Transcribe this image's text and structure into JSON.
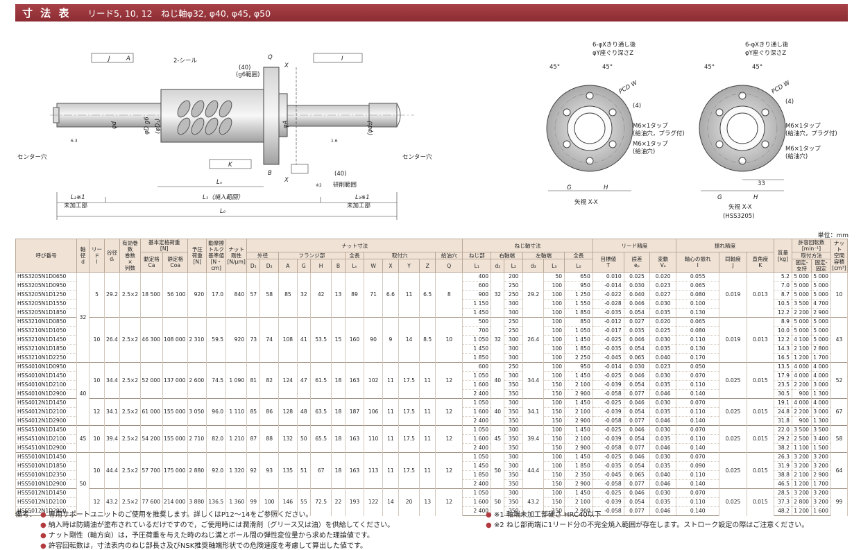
{
  "header": {
    "title": "寸 法 表",
    "subtitle": "リード5, 10, 12　ねじ軸φ32, φ40, φ45, φ50"
  },
  "unit_label": "単位：mm",
  "drawing": {
    "labels": {
      "seal": "2-シール",
      "center_hole": "センター穴",
      "g6": "(40)",
      "g6_range": "(g6範囲)",
      "unmachined_L": "未加工部",
      "unmachined_R": "未加工部",
      "grinding": "研削範囲",
      "grinding_len": "(40)",
      "L1": "L₁（焼入範囲）",
      "Ln": "Lₙ",
      "L0": "L₀",
      "L2_left": "L₂※1",
      "L3_right": "L₃※1",
      "J": "J",
      "A": "A",
      "I": "I",
      "K": "K",
      "B": "B",
      "Q": "Q",
      "X": "X",
      "X2": "X",
      "phiA": "φA",
      "phid": "φd",
      "phiD": "φD g6",
      "phiD1": "(φD₁)",
      "phid2": "(φd₂)",
      "r6": "6.3",
      "r16": "1.6",
      "x2": "※2"
    },
    "views": {
      "left_title": "矢視 X-X",
      "right_title": "矢視 X-X",
      "right_sub": "(HSS3205)",
      "holes": "6-φXきり通し後",
      "counterbore": "φY座ぐり深さZ",
      "pcd": "PCD W",
      "angle": "45°",
      "four": "(4)",
      "tap1": "M6×1タップ",
      "tap1_sub": "(給油穴，プラグ付)",
      "tap2": "M6×1タップ",
      "tap2_sub": "(給油穴)",
      "G": "G",
      "H": "H",
      "dim33": "33"
    }
  },
  "table": {
    "headers": {
      "name": "呼び番号",
      "shaft_dia": "軸径",
      "lead": "リード",
      "root": "谷径",
      "turns": "有効巻数",
      "turns2": "巻数",
      "turns3": "×",
      "turns4": "列数",
      "load": "基本定格荷重",
      "load_unit": "[N]",
      "dyn": "動定格",
      "dyn2": "Ca",
      "sta": "静定格",
      "sta2": "Coa",
      "preload": "予圧",
      "preload2": "荷重",
      "preload3": "[N]",
      "torque": "動摩擦",
      "torque2": "トルク",
      "torque3": "基準値",
      "torque4": "[N・cm]",
      "rigid": "ナット",
      "rigid2": "剛性",
      "rigid3": "[N/μm]",
      "nut_dims": "ナット寸法",
      "outer": "外径",
      "flange": "フランジ部",
      "overall": "全長",
      "mount": "取付穴",
      "oil": "給油穴",
      "shaft_dims": "ねじ軸寸法",
      "screw": "ねじ部",
      "right_end": "右軸端",
      "left_end": "左軸端",
      "total": "全長",
      "lead_acc": "リード精度",
      "target": "目標値",
      "err": "誤差",
      "var": "変動",
      "runout": "振れ精度",
      "shaft_runout": "軸心の振れ",
      "coax": "同軸度",
      "perp": "直角度",
      "mass": "質量",
      "mass2": "[kg]",
      "speed": "許容回転数",
      "speed2": "[min⁻¹]",
      "support": "取付方法",
      "fixsup": "固定-支持",
      "fixfix": "固定-固定",
      "stroke": "ナット",
      "stroke2": "空間",
      "stroke3": "容積",
      "stroke4": "[cm³]",
      "cols": [
        "d",
        "l",
        "dr",
        "",
        "",
        "",
        "",
        "",
        "",
        "",
        "D1",
        "D2",
        "A",
        "G",
        "H",
        "B",
        "Ln",
        "W",
        "X",
        "Y",
        "Z",
        "Q",
        "L1",
        "d2",
        "L2",
        "d3",
        "L3",
        "L0",
        "T",
        "ep",
        "Va",
        "I",
        "J",
        "K",
        "",
        "",
        "",
        ""
      ]
    },
    "groups": [
      {
        "d": "32",
        "rows_span": 10,
        "subgroups": [
          {
            "lead": "5",
            "dr": "29.2",
            "turns": "2.5×2",
            "ca": "18 500",
            "coa": "56 100",
            "pre": "920",
            "torque": "17.0",
            "rig": "840",
            "D1": "57",
            "D2": "58",
            "A": "85",
            "G": "32",
            "H": "42",
            "B": "13",
            "Ln": "89",
            "W": "71",
            "X": "6.6",
            "Y": "11",
            "Z": "6.5",
            "Q": "8",
            "d2": "32",
            "d3": "29.2",
            "J": "0.019",
            "K": "0.013",
            "stroke": "10",
            "rows": [
              {
                "name": "HSS3205N1D0650",
                "L1": "400",
                "L2": "200",
                "L3": "50",
                "L0": "650",
                "T": "0.010",
                "ep": "0.025",
                "Va": "0.020",
                "I": "0.055",
                "mass": "5.2",
                "s1": "5 000",
                "s2": "5 000"
              },
              {
                "name": "HSS3205N1D0950",
                "L1": "600",
                "L2": "250",
                "L3": "100",
                "L0": "950",
                "T": "-0.014",
                "ep": "0.030",
                "Va": "0.023",
                "I": "0.065",
                "mass": "7.0",
                "s1": "5 000",
                "s2": "5 000"
              },
              {
                "name": "HSS3205N1D1250",
                "L1": "900",
                "L2": "250",
                "L3": "100",
                "L0": "1 250",
                "T": "-0.022",
                "ep": "0.040",
                "Va": "0.027",
                "I": "0.080",
                "mass": "8.7",
                "s1": "5 000",
                "s2": "5 000"
              },
              {
                "name": "HSS3205N1D1550",
                "L1": "1 150",
                "L2": "300",
                "L3": "100",
                "L0": "1 550",
                "T": "-0.028",
                "ep": "0.046",
                "Va": "0.030",
                "I": "0.100",
                "mass": "10.5",
                "s1": "3 500",
                "s2": "4 700"
              },
              {
                "name": "HSS3205N1D1850",
                "L1": "1 450",
                "L2": "300",
                "L3": "100",
                "L0": "1 850",
                "T": "-0.035",
                "ep": "0.054",
                "Va": "0.035",
                "I": "0.130",
                "mass": "12.2",
                "s1": "2 200",
                "s2": "2 900"
              }
            ]
          },
          {
            "lead": "10",
            "dr": "26.4",
            "turns": "2.5×2",
            "ca": "46 300",
            "coa": "108 000",
            "pre": "2 310",
            "torque": "59.5",
            "rig": "920",
            "D1": "73",
            "D2": "74",
            "A": "108",
            "G": "41",
            "H": "53.5",
            "B": "15",
            "Ln": "160",
            "W": "90",
            "X": "9",
            "Y": "14",
            "Z": "8.5",
            "Q": "10",
            "d2": "32",
            "d3": "26.4",
            "J": "0.019",
            "K": "0.013",
            "stroke": "43",
            "rows": [
              {
                "name": "HSS3210N1D0850",
                "L1": "500",
                "L2": "250",
                "L3": "100",
                "L0": "850",
                "T": "-0.012",
                "ep": "0.027",
                "Va": "0.020",
                "I": "0.065",
                "mass": "8.9",
                "s1": "5 000",
                "s2": "5 000"
              },
              {
                "name": "HSS3210N1D1050",
                "L1": "700",
                "L2": "250",
                "L3": "100",
                "L0": "1 050",
                "T": "-0.017",
                "ep": "0.035",
                "Va": "0.025",
                "I": "0.080",
                "mass": "10.0",
                "s1": "5 000",
                "s2": "5 000"
              },
              {
                "name": "HSS3210N1D1450",
                "L1": "1 050",
                "L2": "300",
                "L3": "100",
                "L0": "1 450",
                "T": "-0.025",
                "ep": "0.046",
                "Va": "0.030",
                "I": "0.110",
                "mass": "12.2",
                "s1": "4 100",
                "s2": "5 000"
              },
              {
                "name": "HSS3210N1D1850",
                "L1": "1 450",
                "L2": "300",
                "L3": "100",
                "L0": "1 850",
                "T": "-0.035",
                "ep": "0.054",
                "Va": "0.035",
                "I": "0.130",
                "mass": "14.3",
                "s1": "2 100",
                "s2": "2 800"
              },
              {
                "name": "HSS3210N1D2250",
                "L1": "1 850",
                "L2": "300",
                "L3": "100",
                "L0": "2 250",
                "T": "-0.045",
                "ep": "0.065",
                "Va": "0.040",
                "I": "0.170",
                "mass": "16.5",
                "s1": "1 200",
                "s2": "1 700"
              }
            ]
          }
        ]
      },
      {
        "d": "40",
        "rows_span": 7,
        "subgroups": [
          {
            "lead": "10",
            "dr": "34.4",
            "turns": "2.5×2",
            "ca": "52 000",
            "coa": "137 000",
            "pre": "2 600",
            "torque": "74.5",
            "rig": "1 090",
            "D1": "81",
            "D2": "82",
            "A": "124",
            "G": "47",
            "H": "61.5",
            "B": "18",
            "Ln": "163",
            "W": "102",
            "X": "11",
            "Y": "17.5",
            "Z": "11",
            "Q": "12",
            "d2": "40",
            "d3": "34.4",
            "J": "0.025",
            "K": "0.015",
            "stroke": "52",
            "rows": [
              {
                "name": "HSS4010N1D0950",
                "L1": "600",
                "L2": "250",
                "L3": "100",
                "L0": "950",
                "T": "-0.014",
                "ep": "0.030",
                "Va": "0.023",
                "I": "0.050",
                "mass": "13.5",
                "s1": "4 000",
                "s2": "4 000"
              },
              {
                "name": "HSS4010N1D1450",
                "L1": "1 050",
                "L2": "300",
                "L3": "100",
                "L0": "1 450",
                "T": "-0.025",
                "ep": "0.046",
                "Va": "0.030",
                "I": "0.070",
                "mass": "17.9",
                "s1": "4 000",
                "s2": "4 000"
              },
              {
                "name": "HSS4010N1D2100",
                "L1": "1 600",
                "L2": "350",
                "L3": "150",
                "L0": "2 100",
                "T": "-0.039",
                "ep": "0.054",
                "Va": "0.035",
                "I": "0.110",
                "mass": "23.5",
                "s1": "2 200",
                "s2": "3 000"
              },
              {
                "name": "HSS4010N1D2900",
                "L1": "2 400",
                "L2": "350",
                "L3": "150",
                "L0": "2 900",
                "T": "-0.058",
                "ep": "0.077",
                "Va": "0.046",
                "I": "0.140",
                "mass": "30.5",
                "s1": "900",
                "s2": "1 300"
              }
            ]
          },
          {
            "lead": "12",
            "dr": "34.1",
            "turns": "2.5×2",
            "ca": "61 000",
            "coa": "155 000",
            "pre": "3 050",
            "torque": "96.0",
            "rig": "1 110",
            "D1": "85",
            "D2": "86",
            "A": "128",
            "G": "48",
            "H": "63.5",
            "B": "18",
            "Ln": "187",
            "W": "106",
            "X": "11",
            "Y": "17.5",
            "Z": "11",
            "Q": "12",
            "d2": "40",
            "d3": "34.1",
            "J": "0.025",
            "K": "0.015",
            "stroke": "67",
            "rows": [
              {
                "name": "HSS4012N1D1450",
                "L1": "1 050",
                "L2": "300",
                "L3": "100",
                "L0": "1 450",
                "T": "-0.025",
                "ep": "0.046",
                "Va": "0.030",
                "I": "0.070",
                "mass": "19.1",
                "s1": "4 000",
                "s2": "4 000"
              },
              {
                "name": "HSS4012N1D2100",
                "L1": "1 600",
                "L2": "350",
                "L3": "150",
                "L0": "2 100",
                "T": "-0.039",
                "ep": "0.054",
                "Va": "0.035",
                "I": "0.110",
                "mass": "24.8",
                "s1": "2 200",
                "s2": "3 000"
              },
              {
                "name": "HSS4012N1D2900",
                "L1": "2 400",
                "L2": "350",
                "L3": "150",
                "L0": "2 900",
                "T": "-0.058",
                "ep": "0.077",
                "Va": "0.046",
                "I": "0.140",
                "mass": "31.8",
                "s1": "900",
                "s2": "1 300"
              }
            ]
          }
        ]
      },
      {
        "d": "45",
        "rows_span": 3,
        "subgroups": [
          {
            "lead": "10",
            "dr": "39.4",
            "turns": "2.5×2",
            "ca": "54 200",
            "coa": "155 000",
            "pre": "2 710",
            "torque": "82.0",
            "rig": "1 210",
            "D1": "87",
            "D2": "88",
            "A": "132",
            "G": "50",
            "H": "65.5",
            "B": "18",
            "Ln": "163",
            "W": "110",
            "X": "11",
            "Y": "17.5",
            "Z": "11",
            "Q": "12",
            "d2": "45",
            "d3": "39.4",
            "J": "0.025",
            "K": "0.015",
            "stroke": "58",
            "rows": [
              {
                "name": "HSS4510N1D1450",
                "L1": "1 050",
                "L2": "300",
                "L3": "100",
                "L0": "1 450",
                "T": "-0.025",
                "ep": "0.046",
                "Va": "0.030",
                "I": "0.070",
                "mass": "22.0",
                "s1": "3 500",
                "s2": "3 500"
              },
              {
                "name": "HSS4510N1D2100",
                "L1": "1 600",
                "L2": "350",
                "L3": "150",
                "L0": "2 100",
                "T": "-0.039",
                "ep": "0.054",
                "Va": "0.035",
                "I": "0.110",
                "mass": "29.2",
                "s1": "2 500",
                "s2": "3 400"
              },
              {
                "name": "HSS4510N1D2900",
                "L1": "2 400",
                "L2": "350",
                "L3": "150",
                "L0": "2 900",
                "T": "-0.058",
                "ep": "0.077",
                "Va": "0.046",
                "I": "0.140",
                "mass": "38.2",
                "s1": "1 100",
                "s2": "1 500"
              }
            ]
          }
        ]
      },
      {
        "d": "50",
        "rows_span": 7,
        "subgroups": [
          {
            "lead": "10",
            "dr": "44.4",
            "turns": "2.5×2",
            "ca": "57 700",
            "coa": "175 000",
            "pre": "2 880",
            "torque": "92.0",
            "rig": "1 320",
            "D1": "92",
            "D2": "93",
            "A": "135",
            "G": "51",
            "H": "67",
            "B": "18",
            "Ln": "163",
            "W": "113",
            "X": "11",
            "Y": "17.5",
            "Z": "11",
            "Q": "12",
            "d2": "50",
            "d3": "44.4",
            "J": "0.025",
            "K": "0.015",
            "stroke": "64",
            "rows": [
              {
                "name": "HSS5010N1D1450",
                "L1": "1 050",
                "L2": "300",
                "L3": "100",
                "L0": "1 450",
                "T": "-0.025",
                "ep": "0.046",
                "Va": "0.030",
                "I": "0.070",
                "mass": "26.3",
                "s1": "3 200",
                "s2": "3 200"
              },
              {
                "name": "HSS5010N1D1850",
                "L1": "1 450",
                "L2": "300",
                "L3": "100",
                "L0": "1 850",
                "T": "-0.035",
                "ep": "0.054",
                "Va": "0.035",
                "I": "0.090",
                "mass": "31.9",
                "s1": "3 200",
                "s2": "3 200"
              },
              {
                "name": "HSS5010N1D2350",
                "L1": "1 850",
                "L2": "350",
                "L3": "150",
                "L0": "2 350",
                "T": "-0.045",
                "ep": "0.065",
                "Va": "0.040",
                "I": "0.110",
                "mass": "38.8",
                "s1": "2 100",
                "s2": "2 900"
              },
              {
                "name": "HSS5010N1D2900",
                "L1": "2 400",
                "L2": "350",
                "L3": "150",
                "L0": "2 900",
                "T": "-0.058",
                "ep": "0.077",
                "Va": "0.046",
                "I": "0.140",
                "mass": "46.5",
                "s1": "1 200",
                "s2": "1 700"
              }
            ]
          },
          {
            "lead": "12",
            "dr": "43.2",
            "turns": "2.5×2",
            "ca": "77 600",
            "coa": "214 000",
            "pre": "3 880",
            "torque": "136.5",
            "rig": "1 360",
            "D1": "99",
            "D2": "100",
            "A": "146",
            "G": "55",
            "H": "72.5",
            "B": "22",
            "Ln": "193",
            "W": "122",
            "X": "14",
            "Y": "20",
            "Z": "13",
            "Q": "12",
            "d2": "50",
            "d3": "43.2",
            "J": "0.025",
            "K": "0.015",
            "stroke": "99",
            "rows": [
              {
                "name": "HSS5012N1D1450",
                "L1": "1 050",
                "L2": "300",
                "L3": "100",
                "L0": "1 450",
                "T": "-0.025",
                "ep": "0.046",
                "Va": "0.030",
                "I": "0.070",
                "mass": "28.5",
                "s1": "3 200",
                "s2": "3 200"
              },
              {
                "name": "HSS5012N1D2100",
                "L1": "1 600",
                "L2": "350",
                "L3": "150",
                "L0": "2 100",
                "T": "-0.039",
                "ep": "0.054",
                "Va": "0.035",
                "I": "0.110",
                "mass": "37.3",
                "s1": "2 800",
                "s2": "3 200"
              },
              {
                "name": "HSS5012N1D2900",
                "L1": "2 400",
                "L2": "350",
                "L3": "150",
                "L0": "2 900",
                "T": "-0.058",
                "ep": "0.077",
                "Va": "0.046",
                "I": "0.140",
                "mass": "48.2",
                "s1": "1 200",
                "s2": "1 600"
              }
            ]
          }
        ]
      }
    ]
  },
  "notes": {
    "label": "備考：",
    "left": [
      "専用サポートユニットのご使用を推奨します。詳しくはP12～14をご参照ください。",
      "納入時は防錆油が塗布されているだけですので，ご使用時には潤滑剤（グリース又は油）を供給してください。",
      "ナット剛性（軸方向）は，予圧荷重を与えた時のねじ溝とボール間の弾性変位量から求めた理論値です。",
      "許容回転数は，寸法表内のねじ部長さ及びNSK推奨軸端形状での危険速度を考慮して算出した値です。"
    ],
    "right": [
      "※1 軸端未加工部硬さ HRC40以下",
      "※2 ねじ部両端に1リード分の不完全焼入範囲が存在します。ストローク設定の際はご注意ください。"
    ]
  }
}
